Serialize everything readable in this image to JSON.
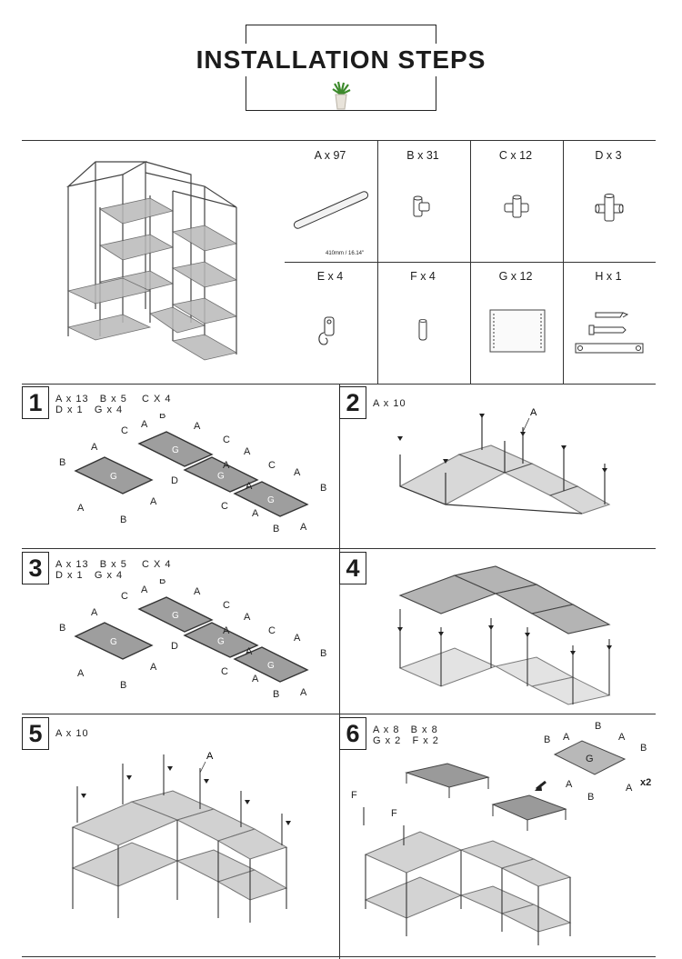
{
  "header": {
    "title": "INSTALLATION STEPS"
  },
  "parts": [
    {
      "id": "A",
      "label": "A x 97",
      "note": "410mm / 16.14\""
    },
    {
      "id": "B",
      "label": "B x 31"
    },
    {
      "id": "C",
      "label": "C x 12"
    },
    {
      "id": "D",
      "label": "D x 3"
    },
    {
      "id": "E",
      "label": "E x 4"
    },
    {
      "id": "F",
      "label": "F x 4"
    },
    {
      "id": "G",
      "label": "G x 12"
    },
    {
      "id": "H",
      "label": "H x 1"
    }
  ],
  "steps": [
    {
      "number": "1",
      "line1": "A x 13   B x 5    C X 4",
      "line2": "D x 1   G x 4"
    },
    {
      "number": "2",
      "line1": "A x 10",
      "line2": ""
    },
    {
      "number": "3",
      "line1": "A x 13   B x 5    C X 4",
      "line2": "D x 1   G x 4"
    },
    {
      "number": "4",
      "line1": "",
      "line2": ""
    },
    {
      "number": "5",
      "line1": "A x 10",
      "line2": ""
    },
    {
      "number": "6",
      "line1": "A x 8   B x 8",
      "line2": "G x 2   F x 2"
    }
  ],
  "diagram_labels": {
    "A": "A",
    "B": "B",
    "C": "C",
    "D": "D",
    "F": "F",
    "G": "G",
    "x2": "x2"
  }
}
